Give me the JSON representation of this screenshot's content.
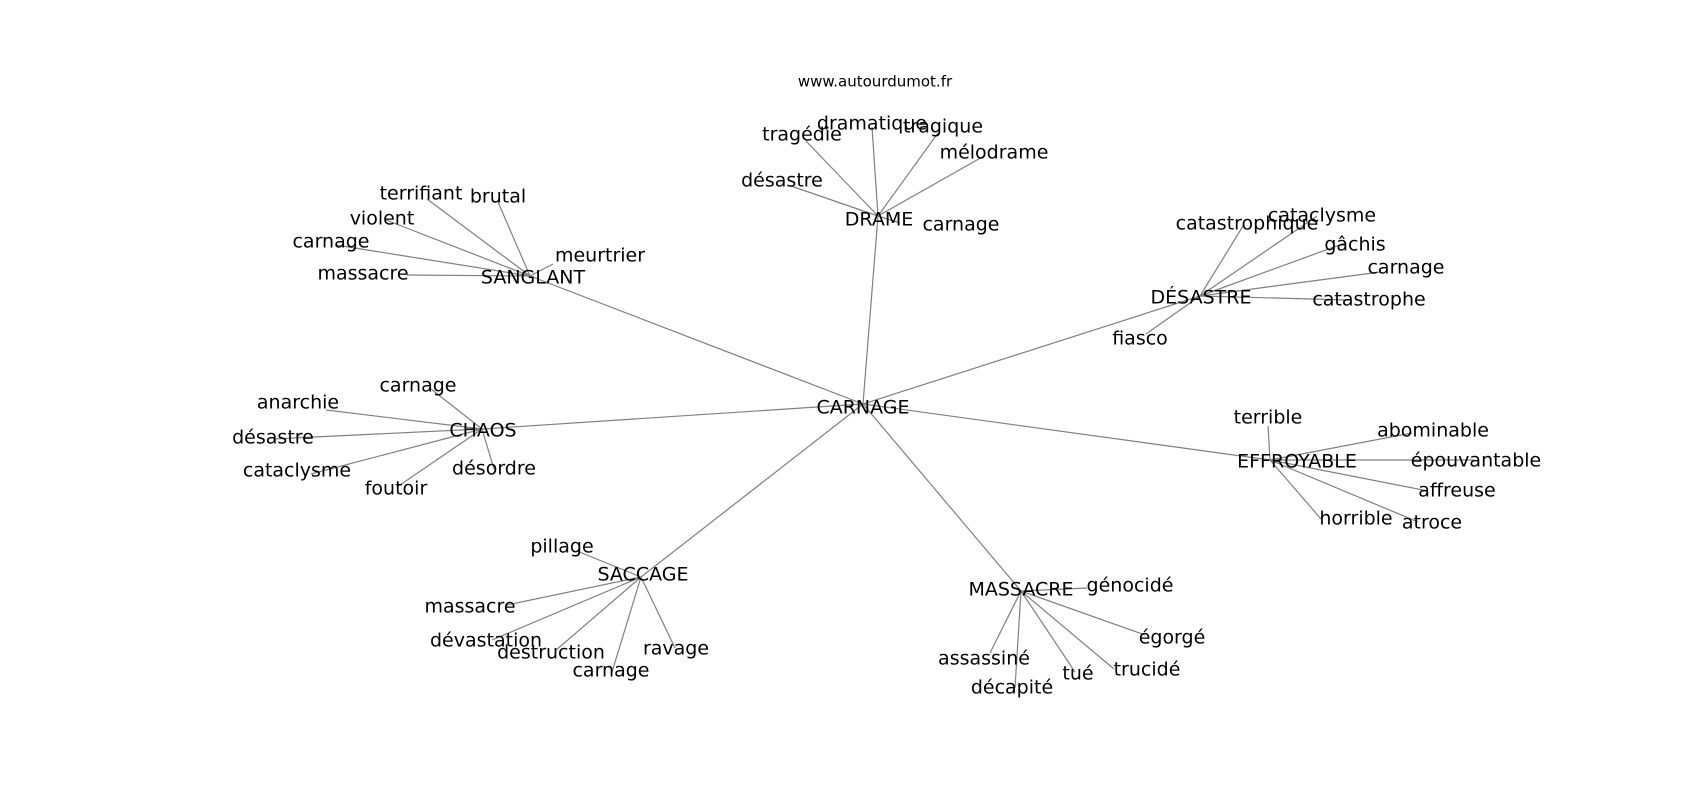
{
  "watermark": "www.autourdumot.fr",
  "center": "CARNAGE",
  "clusters": [
    {
      "label": "SANGLANT",
      "words": [
        "terrifiant",
        "brutal",
        "violent",
        "carnage",
        "massacre",
        "meurtrier"
      ]
    },
    {
      "label": "DRAME",
      "words": [
        "tragédie",
        "dramatique",
        "tragique",
        "mélodrame",
        "désastre",
        "carnage"
      ]
    },
    {
      "label": "DÉSASTRE",
      "words": [
        "catastrophique",
        "cataclysme",
        "gâchis",
        "carnage",
        "catastrophe",
        "fiasco"
      ]
    },
    {
      "label": "CHAOS",
      "words": [
        "carnage",
        "anarchie",
        "désastre",
        "cataclysme",
        "foutoir",
        "désordre"
      ]
    },
    {
      "label": "EFFROYABLE",
      "words": [
        "terrible",
        "abominable",
        "épouvantable",
        "affreuse",
        "horrible",
        "atroce"
      ]
    },
    {
      "label": "SACCAGE",
      "words": [
        "pillage",
        "massacre",
        "dévastation",
        "destruction",
        "carnage",
        "ravage"
      ]
    },
    {
      "label": "MASSACRE",
      "words": [
        "génocidé",
        "égorgé",
        "trucidé",
        "tué",
        "décapité",
        "assassiné"
      ]
    }
  ]
}
